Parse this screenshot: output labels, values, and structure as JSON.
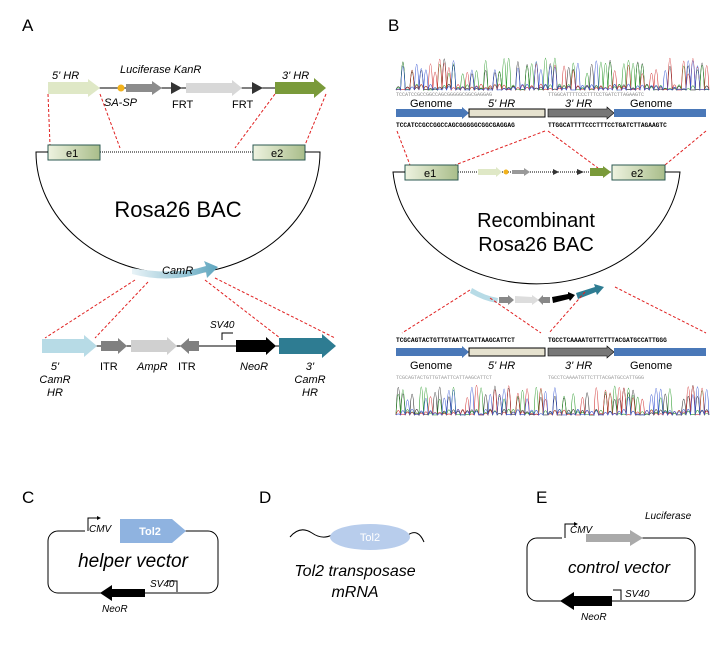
{
  "panels": {
    "A": {
      "label": "A",
      "five_hr": "5' HR",
      "sa_sp": "SA-SP",
      "luciferase_kanr": "Luciferase KanR",
      "frt1": "FRT",
      "frt2": "FRT",
      "three_hr": "3' HR",
      "e1": "e1",
      "e2": "e2",
      "bac_title": "Rosa26 BAC",
      "camr": "CamR",
      "five_camr_hr": [
        "5'",
        "CamR",
        "HR"
      ],
      "itr1": "ITR",
      "ampr": "AmpR",
      "itr2": "ITR",
      "sv40": "SV40",
      "neor": "NeoR",
      "three_camr_hr": [
        "3'",
        "CamR",
        "HR"
      ]
    },
    "B": {
      "label": "B",
      "top_left": {
        "seq_color": "TCCATCCGCCGGCCAGCGGGGGCGGCGAGGAG",
        "seq": "TCCATCCGCCGGCCAGCGGGGGCGGCGAGGAG",
        "genome": "Genome",
        "hr": "5' HR"
      },
      "top_right": {
        "seq_color": "TTGGCATTTTCCCTTTCCTGATCTTAGAAGTC",
        "seq": "TTGGCATTTTCCCTTTCCTGATCTTAGAAGTC",
        "hr": "3' HR",
        "genome": "Genome"
      },
      "e1": "e1",
      "e2": "e2",
      "bac_title_1": "Recombinant",
      "bac_title_2": "Rosa26 BAC",
      "bottom_left": {
        "seq": "TCGCAGTACTGTTGTAATTCATTAAGCATTCT",
        "genome": "Genome",
        "hr": "5' HR",
        "seq_color": "TCGCAGTACTGTTGTAATTCATTAAGCATTCT"
      },
      "bottom_right": {
        "seq": "TGCCTCAAAATGTTCTTTACGATGCCATTGGG",
        "hr": "3' HR",
        "genome": "Genome",
        "seq_color": "TGCCTCAAAATGTTCTTTACGATGCCATTGGG"
      }
    },
    "C": {
      "label": "C",
      "cmv": "CMV",
      "tol2": "Tol2",
      "title": "helper vector",
      "sv40": "SV40",
      "neor": "NeoR"
    },
    "D": {
      "label": "D",
      "tol2": "Tol2",
      "line1": "Tol2 transposase",
      "line2": "mRNA"
    },
    "E": {
      "label": "E",
      "cmv": "CMV",
      "luciferase": "Luciferase",
      "title": "control vector",
      "sv40": "SV40",
      "neor": "NeoR"
    }
  },
  "colors": {
    "light_green": "#dfe8c6",
    "olive_green": "#7a9a3a",
    "genome_blue": "#4a78b8",
    "hr_beige": "#e6e2cf",
    "camr_light_blue": "#b7dbe6",
    "camr_teal": "#2e7c92",
    "tol2_blue": "#8fb3e0",
    "red_dash": "#e02020"
  }
}
